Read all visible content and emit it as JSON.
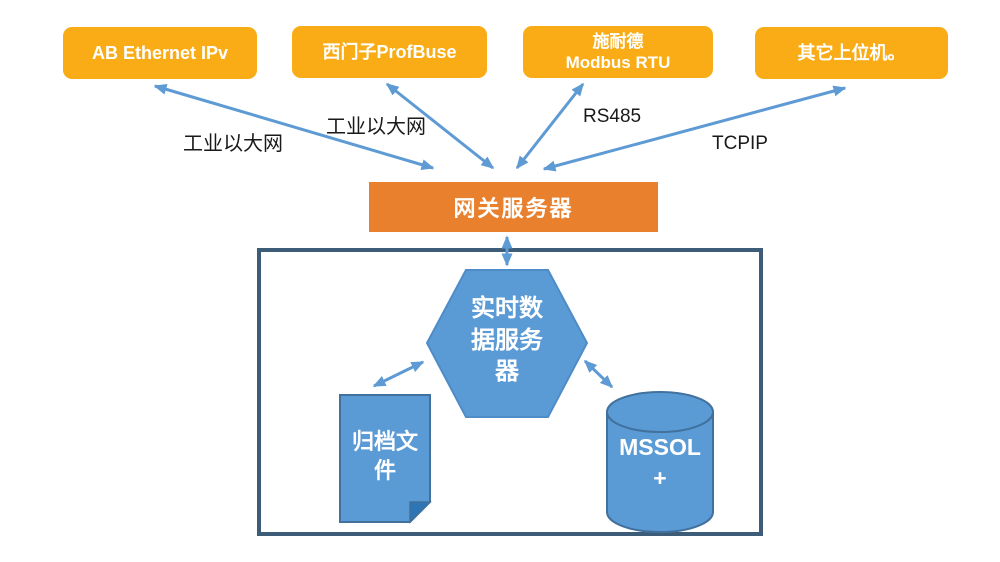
{
  "top_nodes": [
    {
      "label": "AB Ethernet IPv"
    },
    {
      "label": "西门子ProfBuse"
    },
    {
      "label": "施耐德\nModbus RTU"
    },
    {
      "label": "其它上位机。"
    }
  ],
  "edge_labels": [
    {
      "label": "工业以大网"
    },
    {
      "label": "工业以大网"
    },
    {
      "label": "RS485"
    },
    {
      "label": "TCPIP"
    }
  ],
  "gateway": {
    "label": "网关服务器"
  },
  "inner": {
    "realtime_server": "实时数\n据服务\n器",
    "archive_file": "归档文\n件",
    "database": "MSSOL\n+"
  },
  "colors": {
    "top_node_fill": "#F9AC15",
    "gateway_fill": "#E8802D",
    "shape_fill": "#5B9BD5",
    "shape_border": "#41719C",
    "fold_fill": "#2E75B6",
    "arrow": "#5E9AD3",
    "container_border": "#3D5C77",
    "node_text": "#FFFFFF",
    "edge_label_text": "#1A1A1A"
  }
}
